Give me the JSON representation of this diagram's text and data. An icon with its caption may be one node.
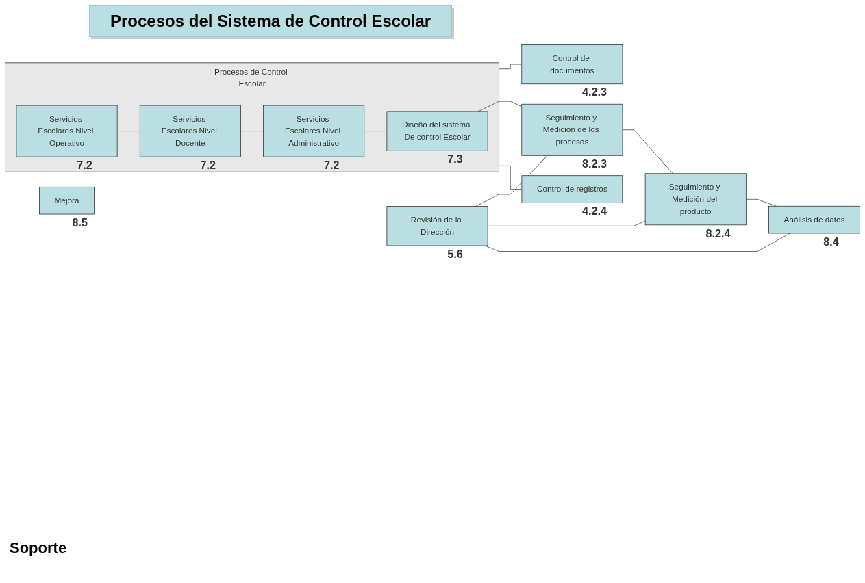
{
  "diagram": {
    "title": "Procesos del Sistema de Control Escolar",
    "nodes": [
      {
        "text": [
          "Revisión de la Dirección"
        ],
        "beside": [
          "5.6"
        ]
      },
      {
        "text": [
          "Mejora"
        ],
        "beside": [
          "8.5"
        ]
      },
      {
        "text": [
          "Procesos de Control Escolar"
        ]
      },
      {
        "text": [
          "Servicios Escolares Nivel Operativo"
        ],
        "in": 2,
        "beside": [
          "7.2"
        ]
      },
      {
        "text": [
          "Servicios Escolares Nivel Docente"
        ],
        "in": 2,
        "beside": [
          "7.2"
        ]
      },
      {
        "text": [
          "Servicios Escolares Nivel Administrativo"
        ],
        "in": 2,
        "beside": [
          "7.2"
        ]
      },
      {
        "text": [
          "Diseño del sistema De control Escolar"
        ],
        "in": 2,
        "beside": [
          "7.3"
        ]
      },
      {
        "text": [
          "Seguimiento y Medición de los procesos"
        ],
        "beside": [
          "8.2.3"
        ]
      },
      {
        "text": [
          "Seguimiento y Medición del producto"
        ],
        "beside": [
          "8.2.4"
        ]
      },
      {
        "text": [
          "Análisis de datos"
        ],
        "beside": [
          "8.4"
        ]
      },
      {
        "text": [
          "Control de documentos"
        ],
        "beside": [
          "4.2.3"
        ]
      },
      {
        "text": [
          "Control de registros"
        ],
        "beside": [
          "4.2.4"
        ]
      }
    ],
    "edges": [
      {
        "from": 3,
        "to": 4,
        "arrow": "none"
      },
      {
        "from": 4,
        "to": 5,
        "arrow": "none"
      },
      {
        "from": 5,
        "to": 6,
        "arrow": "none"
      },
      {
        "from": 6,
        "to": 7,
        "arrow": "none"
      },
      {
        "from": 7,
        "to": 8,
        "arrow": "none"
      },
      {
        "from": 8,
        "to": 9,
        "arrow": "none"
      },
      {
        "from": 0,
        "to": 7,
        "arrow": "none"
      },
      {
        "from": 0,
        "to": 8,
        "arrow": "none"
      },
      {
        "from": 0,
        "to": 9,
        "arrow": "none"
      },
      {
        "from": 2,
        "to": 10,
        "arrow": "none"
      },
      {
        "from": 2,
        "to": 11,
        "arrow": "none"
      }
    ],
    "labels": [
      "Soporte"
    ]
  }
}
